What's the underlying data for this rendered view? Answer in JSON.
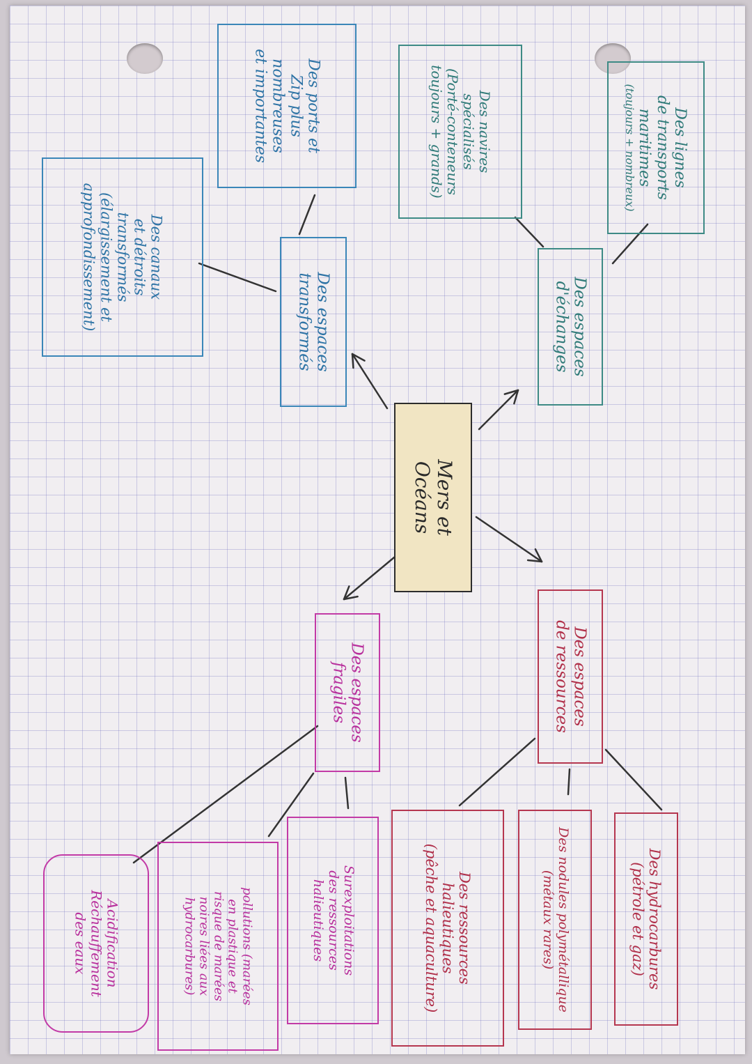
{
  "colors": {
    "center": "#2a2a2a",
    "center_fill": "#f1e5c3",
    "teal": "#2f7a78",
    "blue": "#2d73a5",
    "red": "#b02f49",
    "magenta": "#b82f9c",
    "connector": "#333333"
  },
  "diagram": {
    "center": {
      "lines": [
        "Mers et",
        "Océans"
      ]
    },
    "echanges": {
      "lines": [
        "Des espaces",
        "d'échanges"
      ]
    },
    "lignes": {
      "lines": [
        "Des lignes",
        "de transports",
        "maritimes"
      ],
      "note": "(toujours + nombreux)"
    },
    "navires": {
      "lines": [
        "Des navires",
        "spécialisés",
        "(Porté-conteneurs",
        "toujours + grands)"
      ]
    },
    "transformes": {
      "lines": [
        "Des espaces",
        "transformés"
      ]
    },
    "ports": {
      "lines": [
        "Des ports et",
        "Zip plus",
        "nombreuses",
        "et importantes"
      ]
    },
    "canaux": {
      "lines": [
        "Des canaux",
        "et détroits",
        "transformés",
        "(élargissement et",
        "approfondissement)"
      ]
    },
    "ressources": {
      "lines": [
        "Des espaces",
        "de ressources"
      ]
    },
    "hydrocarbures": {
      "lines": [
        "Des hydrocarbures",
        "(pétrole et gaz)"
      ]
    },
    "nodules": {
      "lines": [
        "Des nodules polymétallique",
        "(métaux rares)"
      ]
    },
    "halieutiques": {
      "lines": [
        "Des ressources",
        "halieutiques",
        "(pêche et aquaculture)"
      ]
    },
    "fragiles": {
      "lines": [
        "Des espaces",
        "fragiles"
      ]
    },
    "surexploitation": {
      "lines": [
        "Surexploitations",
        "des ressources",
        "halieutiques"
      ]
    },
    "pollutions": {
      "lines": [
        "pollutions (marées",
        "en plastique et",
        "risque de marées",
        "noires liées aux",
        "hydrocarbures)"
      ]
    },
    "acidification": {
      "lines": [
        "Acidification",
        "Réchauffement",
        "des eaux"
      ]
    }
  }
}
